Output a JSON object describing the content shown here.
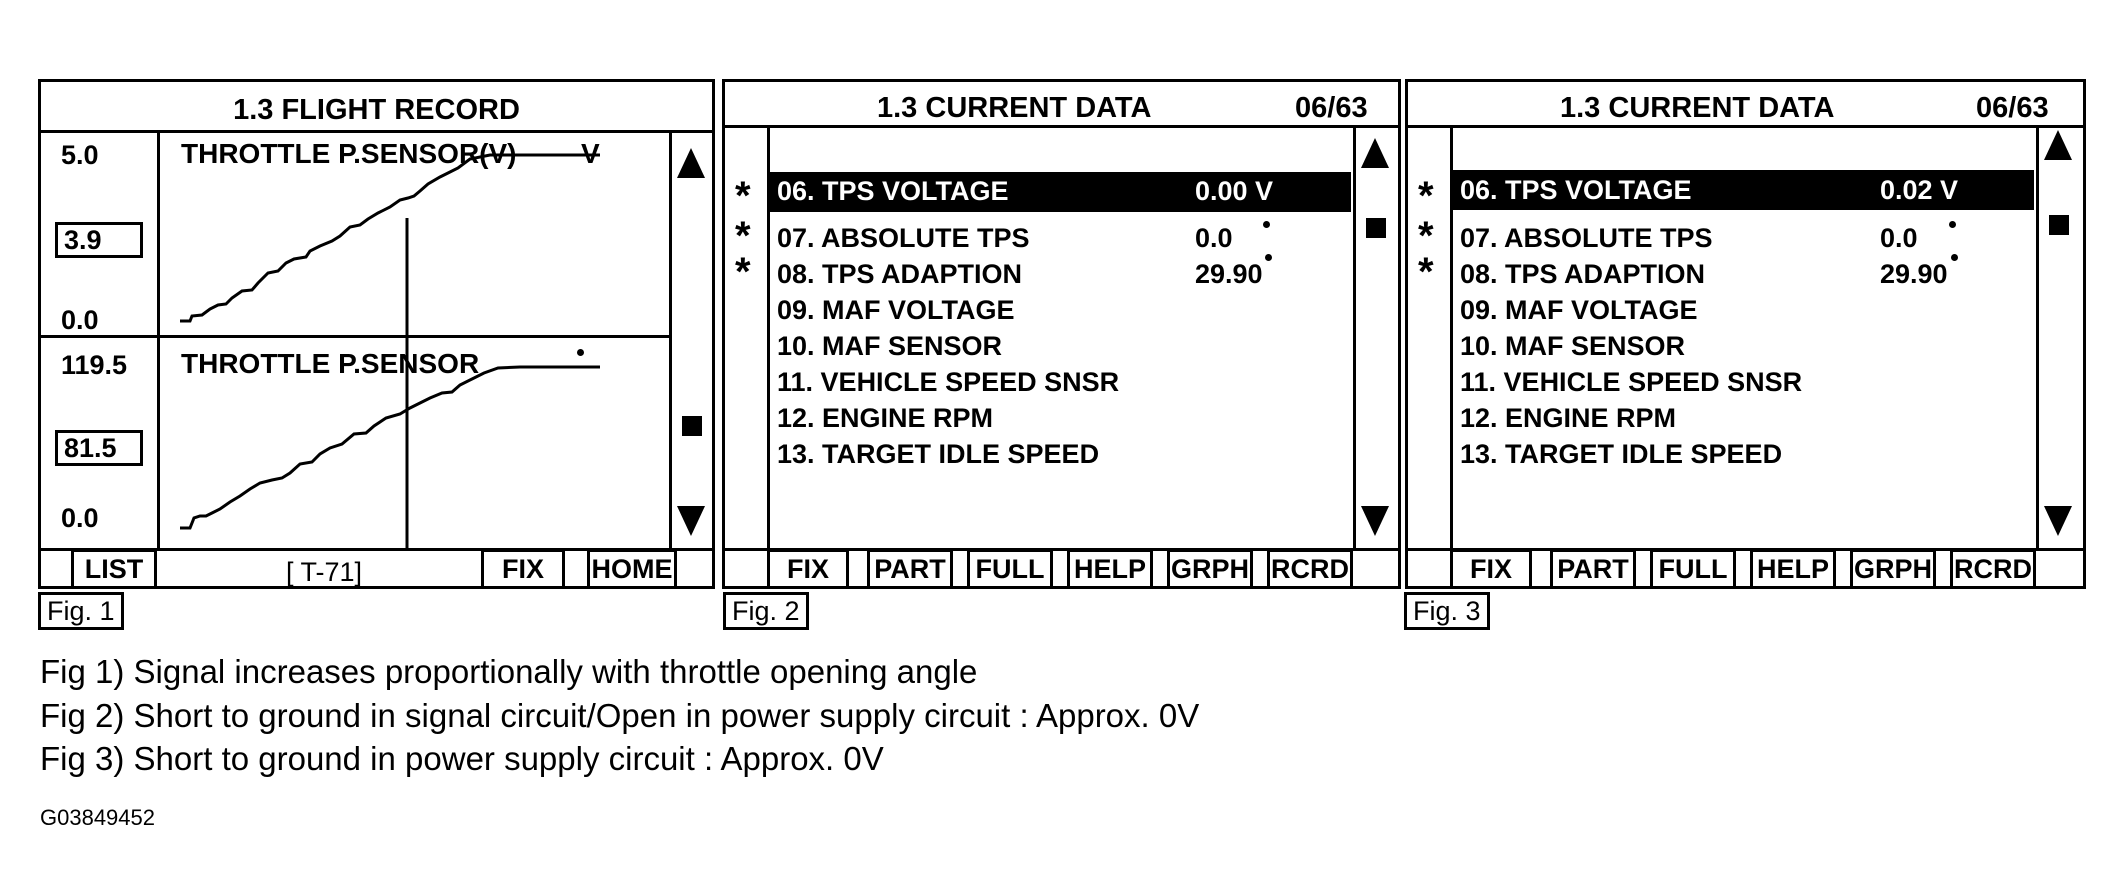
{
  "fig1": {
    "title": "1.3 FLIGHT RECORD",
    "graph1": {
      "label": "THROTTLE P.SENSOR(V)",
      "unit": "V",
      "max": "5.0",
      "current": "3.9",
      "min": "0.0"
    },
    "graph2": {
      "label": "THROTTLE P.SENSOR",
      "max": "119.5",
      "current": "81.5",
      "min": "0.0"
    },
    "buttons": {
      "list": "LIST",
      "counter": "[ T-71]",
      "fix": "FIX",
      "home": "HOME"
    },
    "fig_label": "Fig. 1"
  },
  "fig2": {
    "title": "1.3 CURRENT DATA",
    "page": "06/63",
    "rows": [
      {
        "label": "06. TPS  VOLTAGE",
        "value": "0.00  V",
        "starred": true,
        "highlight": true
      },
      {
        "label": "07. ABSOLUTE  TPS",
        "value": "0.0",
        "starred": true
      },
      {
        "label": "08. TPS  ADAPTION",
        "value": "29.90",
        "starred": true
      },
      {
        "label": "09. MAF  VOLTAGE",
        "value": ""
      },
      {
        "label": "10. MAF  SENSOR",
        "value": ""
      },
      {
        "label": "11. VEHICLE  SPEED  SNSR",
        "value": ""
      },
      {
        "label": "12. ENGINE  RPM",
        "value": ""
      },
      {
        "label": "13. TARGET  IDLE  SPEED",
        "value": ""
      }
    ],
    "buttons": [
      "FIX",
      "PART",
      "FULL",
      "HELP",
      "GRPH",
      "RCRD"
    ],
    "fig_label": "Fig. 2"
  },
  "fig3": {
    "title": "1.3 CURRENT DATA",
    "page": "06/63",
    "rows": [
      {
        "label": "06. TPS  VOLTAGE",
        "value": "0.02  V",
        "starred": true,
        "highlight": true
      },
      {
        "label": "07. ABSOLUTE  TPS",
        "value": "0.0",
        "starred": true
      },
      {
        "label": "08. TPS  ADAPTION",
        "value": "29.90",
        "starred": true
      },
      {
        "label": "09. MAF  VOLTAGE",
        "value": ""
      },
      {
        "label": "10. MAF  SENSOR",
        "value": ""
      },
      {
        "label": "11. VEHICLE  SPEED  SNSR",
        "value": ""
      },
      {
        "label": "12. ENGINE  RPM",
        "value": ""
      },
      {
        "label": "13. TARGET  IDLE  SPEED",
        "value": ""
      }
    ],
    "buttons": [
      "FIX",
      "PART",
      "FULL",
      "HELP",
      "GRPH",
      "RCRD"
    ],
    "fig_label": "Fig. 3"
  },
  "captions": [
    "Fig 1) Signal increases proportionally with throttle opening angle",
    "Fig 2) Short to ground in signal circuit/Open in power supply circuit : Approx. 0V",
    "Fig 3) Short to ground in power supply circuit : Approx. 0V"
  ],
  "figure_id": "G03849452",
  "icons": {
    "star": "asterisk-icon",
    "up": "arrow-up-icon",
    "down": "arrow-down-icon",
    "thumb": "scroll-thumb-icon"
  }
}
